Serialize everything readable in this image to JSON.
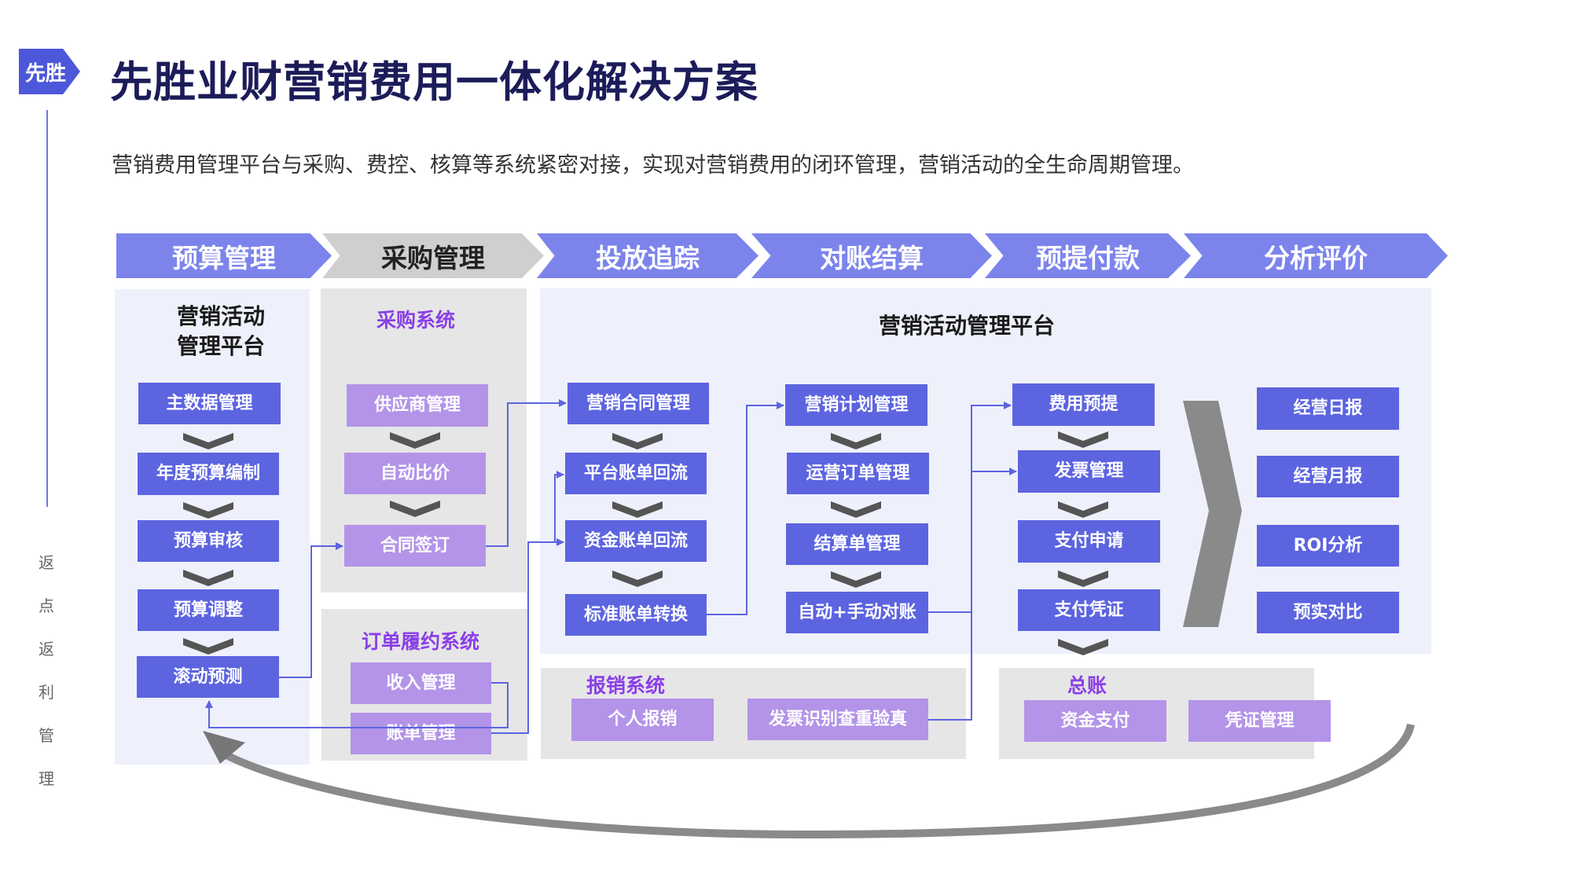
{
  "brand": {
    "logo_text": "先胜",
    "accent": "#5c64e0",
    "purple": "#b394e8"
  },
  "header": {
    "title": "先胜业财营销费用一体化解决方案",
    "subtitle": "营销费用管理平台与采购、费控、核算等系统紧密对接，实现对营销费用的闭环管理，营销活动的全生命周期管理。"
  },
  "side_nav": {
    "items": [
      "返",
      "点",
      "返",
      "利",
      "管",
      "理"
    ]
  },
  "stages": [
    "预算管理",
    "采购管理",
    "投放追踪",
    "对账结算",
    "预提付款",
    "分析评价"
  ],
  "panels": {
    "budget_platform": {
      "title": "营销活动\n管理平台",
      "items": [
        "主数据管理",
        "年度预算编制",
        "预算审核",
        "预算调整",
        "滚动预测"
      ]
    },
    "procurement": {
      "title": "采购系统",
      "items": [
        "供应商管理",
        "自动比价",
        "合同签订"
      ]
    },
    "order_fulfillment": {
      "title": "订单履约系统",
      "items": [
        "收入管理",
        "账单管理"
      ]
    },
    "marketing_platform": {
      "title": "营销活动管理平台",
      "tracking": [
        "营销合同管理",
        "平台账单回流",
        "资金账单回流",
        "标准账单转换"
      ],
      "settlement": [
        "营销计划管理",
        "运营订单管理",
        "结算单管理",
        "自动+手动对账"
      ],
      "payment": [
        "费用预提",
        "发票管理",
        "支付申请",
        "支付凭证"
      ],
      "analysis": [
        "经营日报",
        "经营月报",
        "ROI分析",
        "预实对比"
      ]
    },
    "reimbursement": {
      "title": "报销系统",
      "items": [
        "个人报销",
        "发票识别查重验真"
      ]
    },
    "general_ledger": {
      "title": "总账",
      "items": [
        "资金支付",
        "凭证管理"
      ]
    }
  }
}
